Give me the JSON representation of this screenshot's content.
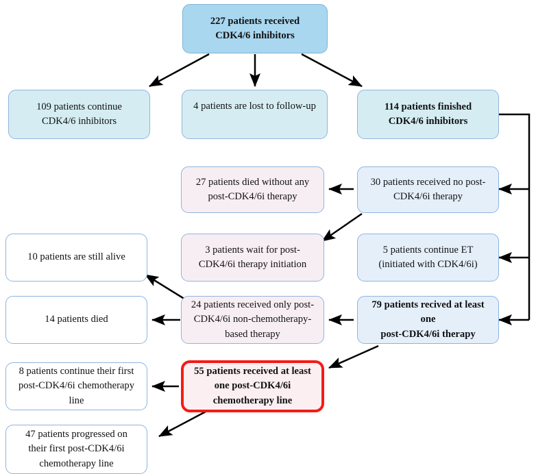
{
  "diagram": {
    "title": "CDK4/6 inhibitor patient flow",
    "colors": {
      "top_fill": "#a9d7ef",
      "cyan_fill": "#d5edf2",
      "blue_fill": "#e5effa",
      "pink_fill": "#f7eef3",
      "white_fill": "#ffffff",
      "border": "#8fb4dd",
      "highlight_border": "#f51b15",
      "arrow": "#000000"
    },
    "nodes": [
      {
        "id": "n227",
        "text": "227 patients received\nCDK4/6 inhibitors"
      },
      {
        "id": "n109",
        "text": "109 patients continue\nCDK4/6 inhibitors"
      },
      {
        "id": "n4",
        "text": "4 patients are lost to follow-up"
      },
      {
        "id": "n114",
        "text": "114 patients finished\nCDK4/6 inhibitors"
      },
      {
        "id": "n27",
        "text": "27 patients died without any\npost-CDK4/6i therapy"
      },
      {
        "id": "n30",
        "text": "30 patients received no post-\nCDK4/6i therapy"
      },
      {
        "id": "n10",
        "text": "10 patients are still alive"
      },
      {
        "id": "n3",
        "text": "3 patients wait for post-\nCDK4/6i therapy initiation"
      },
      {
        "id": "n5",
        "text": "5 patients continue ET\n(initiated with CDK4/6i)"
      },
      {
        "id": "n14",
        "text": "14 patients died"
      },
      {
        "id": "n24",
        "text": "24 patients received only post-\nCDK4/6i non-chemotherapy-\nbased therapy"
      },
      {
        "id": "n79",
        "text": "79 patients recived at least one\npost-CDK4/6i therapy"
      },
      {
        "id": "n8",
        "text": "8 patients continue their first\npost-CDK4/6i chemotherapy\nline"
      },
      {
        "id": "n55",
        "text": "55 patients received at least\none post-CDK4/6i\nchemotherapy line"
      },
      {
        "id": "n47",
        "text": "47 patients progressed on\ntheir first post-CDK4/6i\nchemotherapy line"
      }
    ]
  }
}
